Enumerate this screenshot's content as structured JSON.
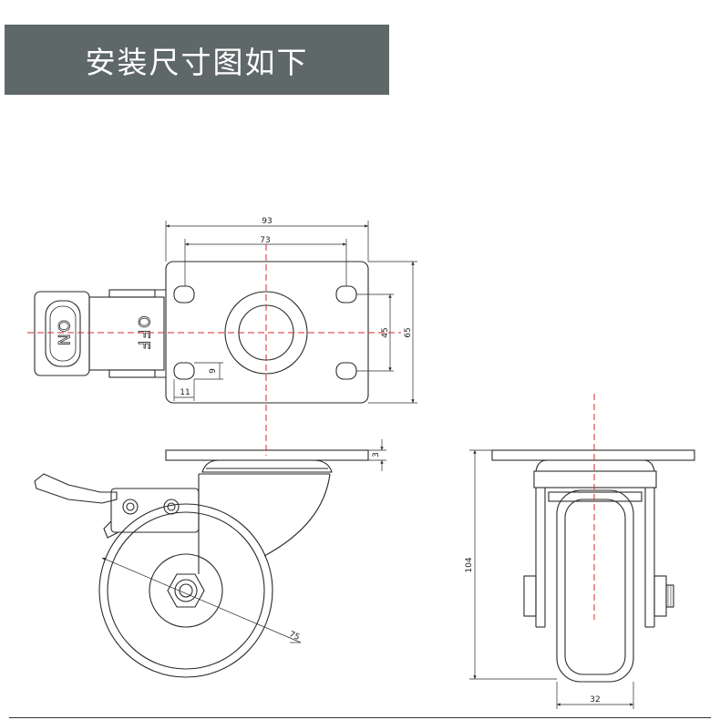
{
  "banner": {
    "title": "安装尺寸图如下"
  },
  "colors": {
    "banner_bg": "#5f6868",
    "banner_text": "#ffffff",
    "outline": "#2a2a2a",
    "centerline": "#d42a2a"
  },
  "dimensions": {
    "plate_width": "93",
    "hole_spacing_x": "73",
    "plate_depth": "65",
    "hole_spacing_y": "45",
    "slot_height": "9",
    "slot_width": "11",
    "plate_thickness": "3",
    "wheel_diameter": "75",
    "total_height": "104",
    "wheel_width": "32"
  },
  "brake_labels": {
    "on": "ON",
    "off": "OFF"
  }
}
